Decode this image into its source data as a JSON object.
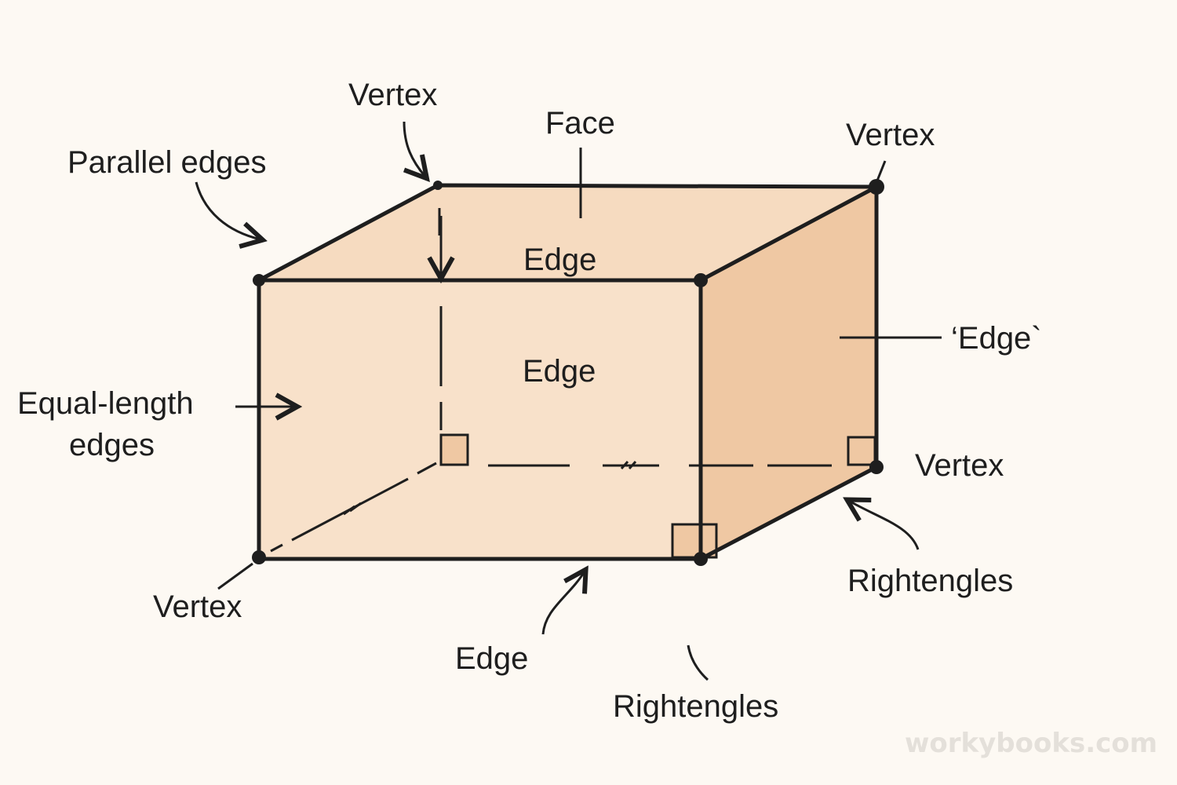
{
  "diagram": {
    "labels": {
      "vertex_top_left": "Vertex",
      "face": "Face",
      "vertex_top_right": "Vertex",
      "parallel_edges": "Parallel  edges",
      "edge_top": "Edge",
      "edge_front": "Edge",
      "edge_right": "‘Edge`",
      "equal_length_line1": "Equal-length",
      "equal_length_line2": "edges",
      "vertex_right": "Vertex",
      "vertex_bottom_left": "Vertex",
      "right_angles_right": "Rightengles",
      "edge_bottom": "Edge",
      "right_angles_bottom": "Rightengles"
    },
    "watermark": "workybooks.com",
    "colors": {
      "background": "#fdf9f3",
      "front_face": "#f8e1ca",
      "top_face": "#f6dbc0",
      "right_face": "#efc8a3",
      "stroke": "#1e1e1e"
    }
  }
}
